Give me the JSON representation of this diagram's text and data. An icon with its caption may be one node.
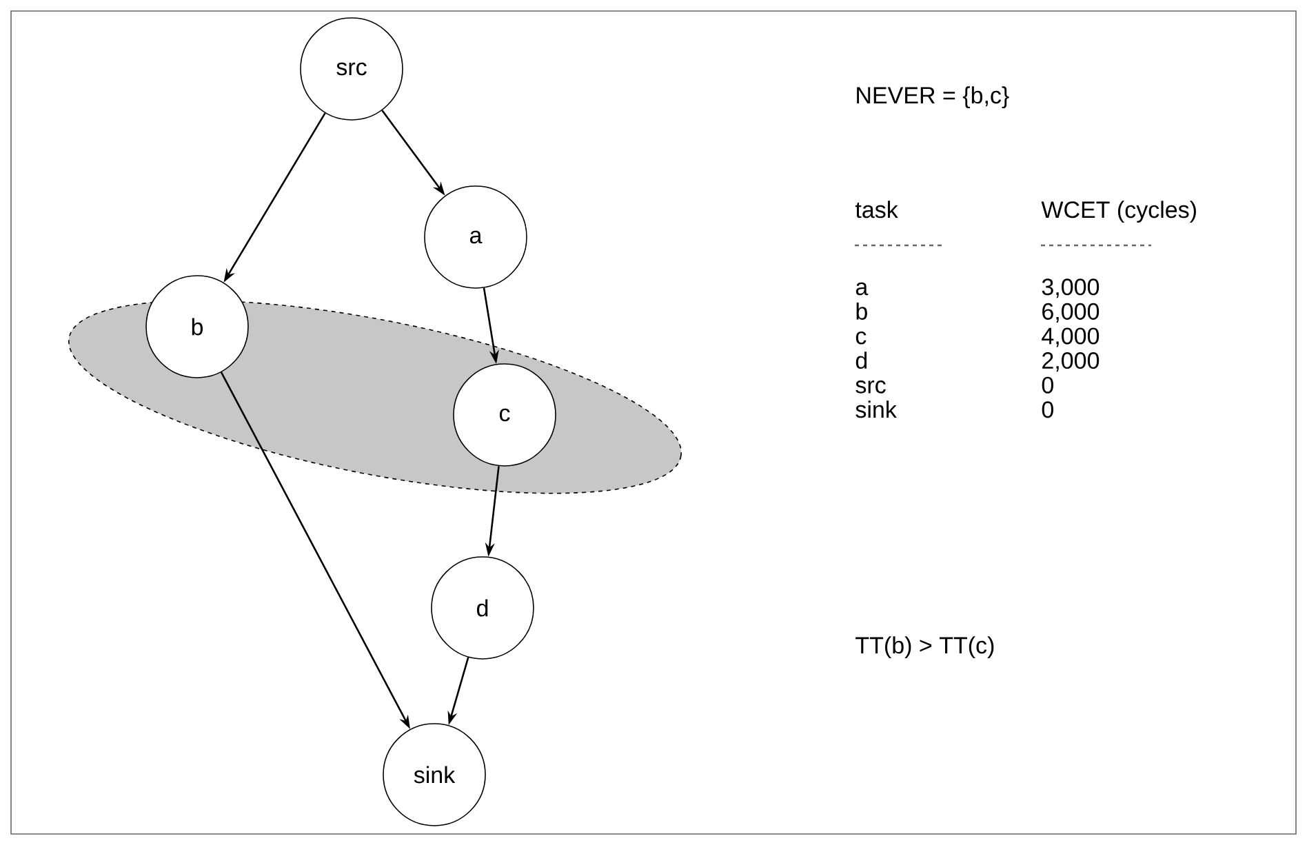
{
  "diagram": {
    "nodes": [
      {
        "text": [
          "src"
        ]
      },
      {
        "text": [
          "a"
        ]
      },
      {
        "text": [
          "b"
        ]
      },
      {
        "text": [
          "c"
        ]
      },
      {
        "text": [
          "d"
        ]
      },
      {
        "text": [
          "sink"
        ]
      }
    ],
    "edges": [
      {
        "from": 0,
        "to": 2,
        "arrow": "to"
      },
      {
        "from": 0,
        "to": 1,
        "arrow": "to"
      },
      {
        "from": 1,
        "to": 3,
        "arrow": "to"
      },
      {
        "from": 2,
        "to": 5,
        "arrow": "to"
      },
      {
        "from": 3,
        "to": 4,
        "arrow": "to"
      },
      {
        "from": 4,
        "to": 5,
        "arrow": "to"
      }
    ],
    "labels": [
      "NEVER = {b,c}",
      "task",
      "WCET (cycles)",
      "a",
      "3,000",
      "b",
      "6,000",
      "c",
      "4,000",
      "d",
      "2,000",
      "src",
      "0",
      "sink",
      "0",
      "TT(b) > TT(c)"
    ]
  }
}
